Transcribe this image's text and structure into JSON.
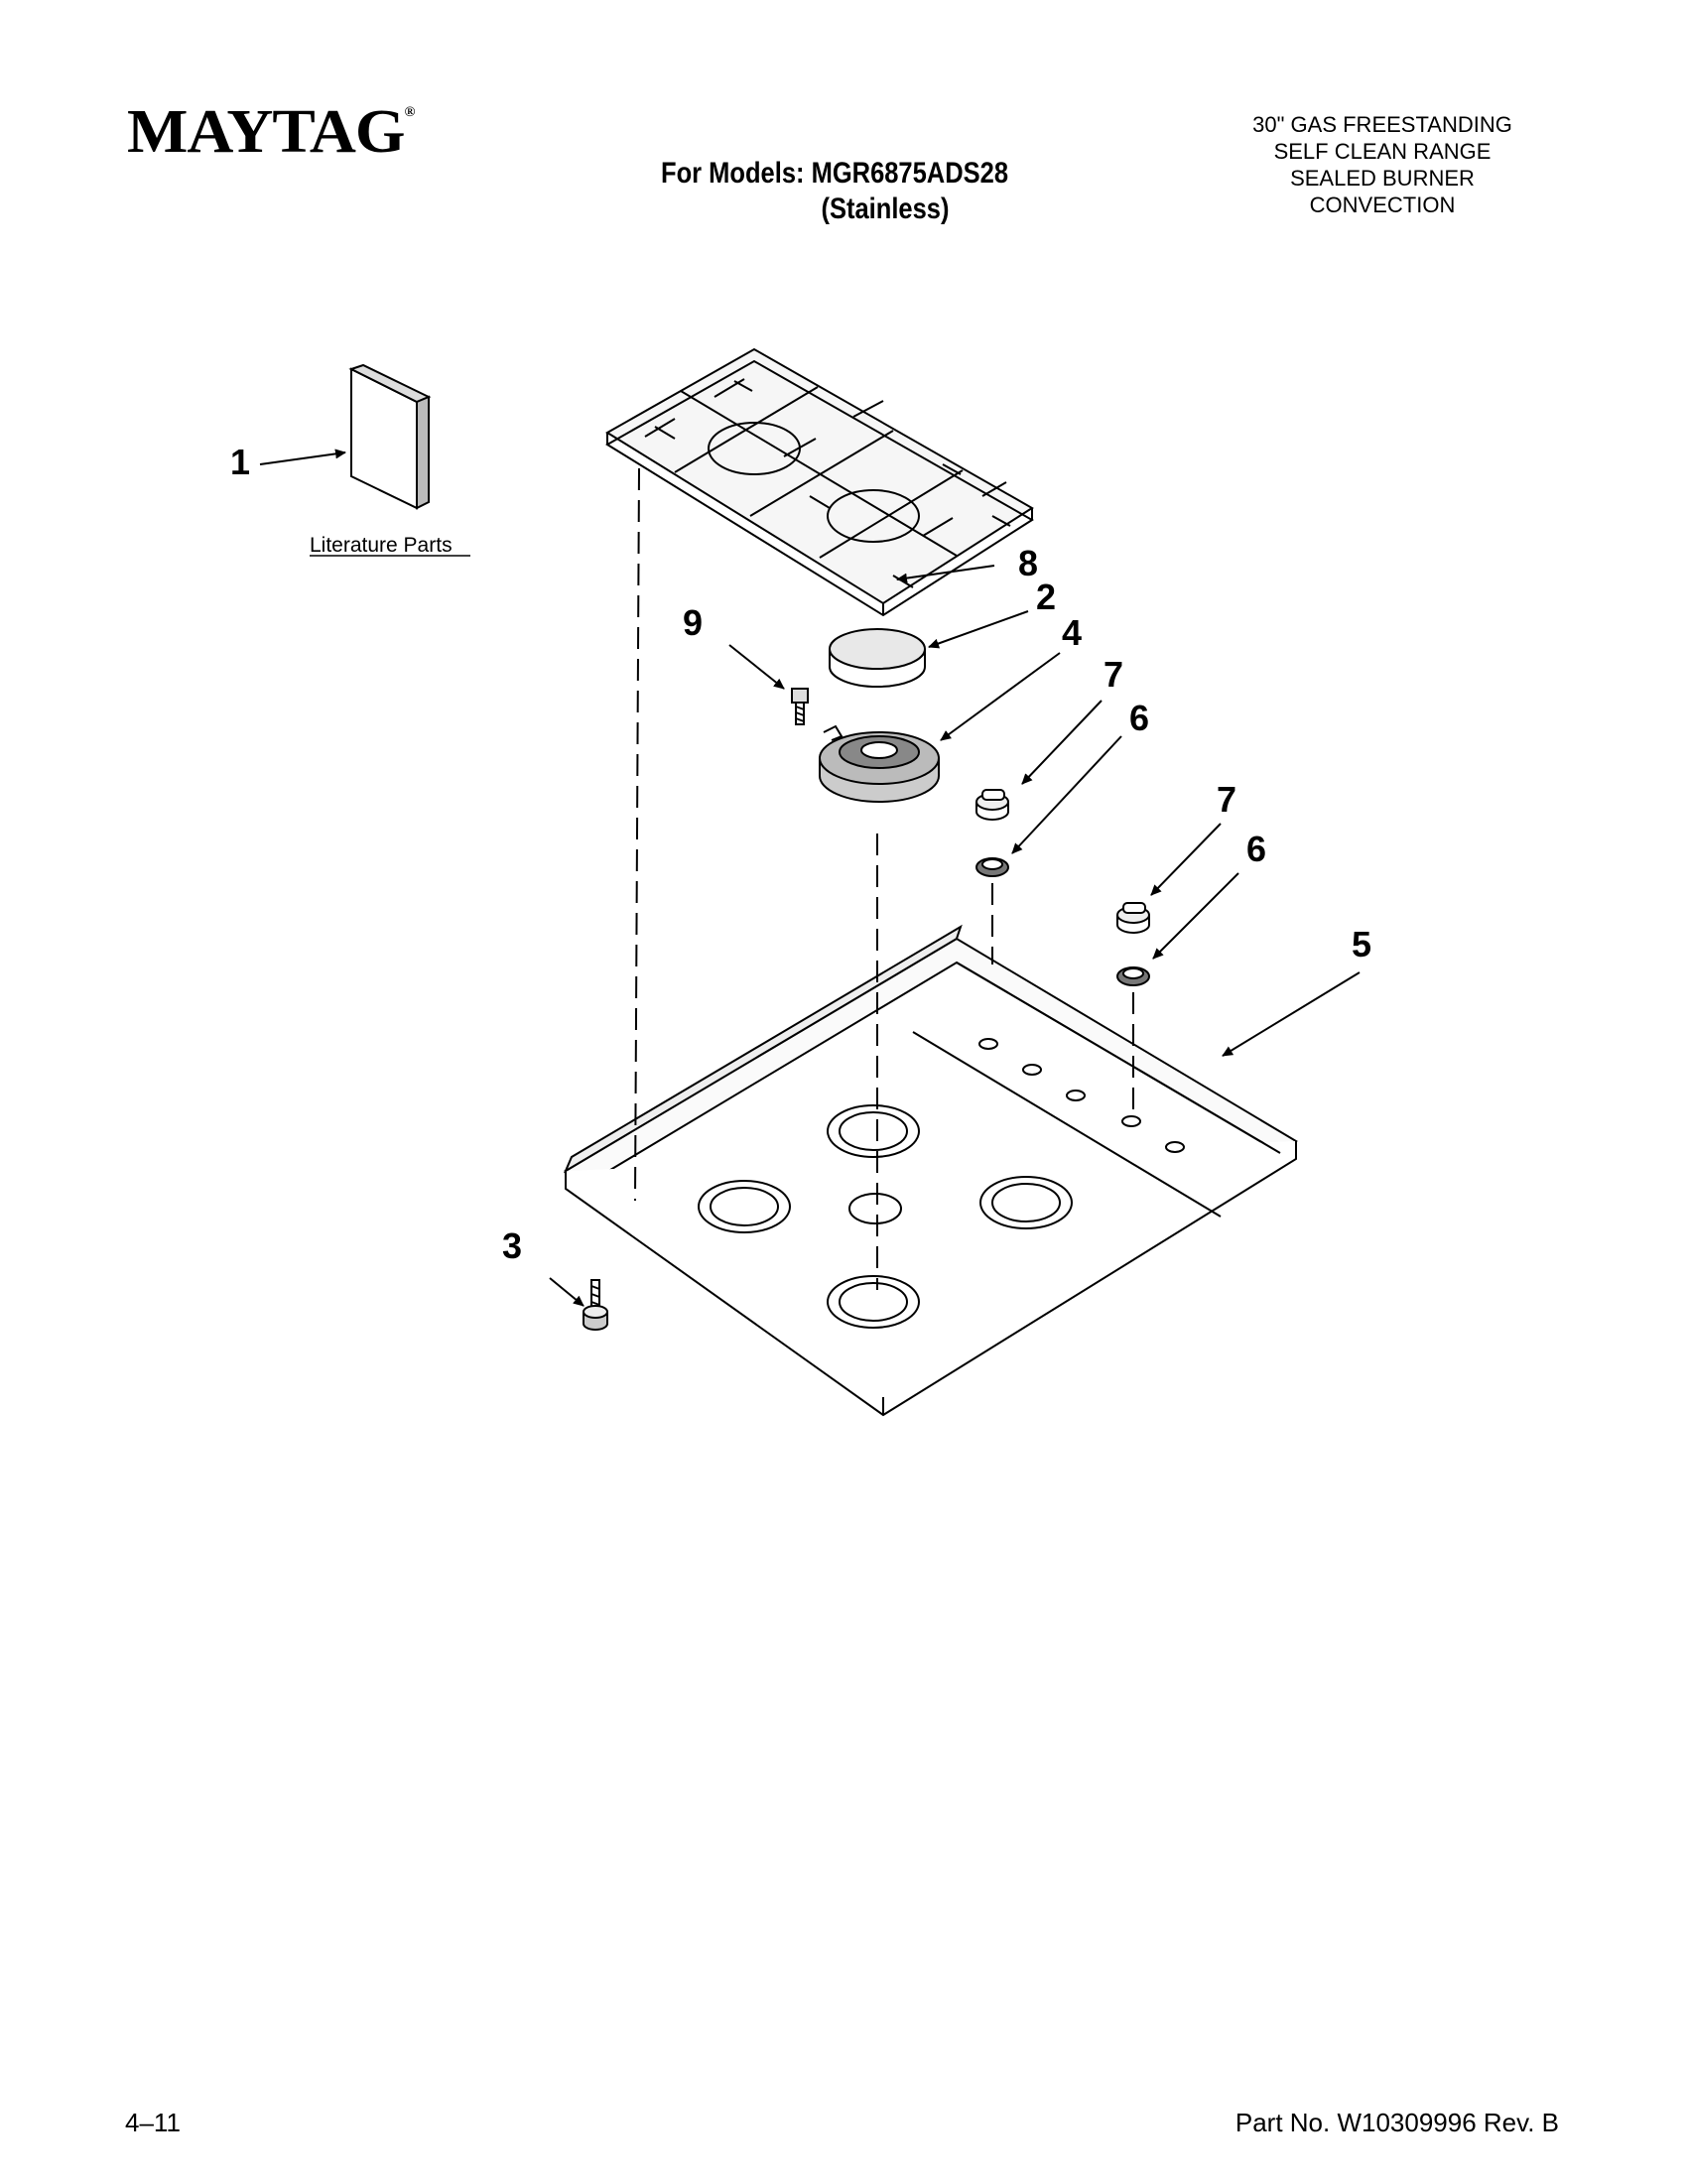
{
  "header": {
    "brand": "MAYTAG",
    "brand_mark": "®",
    "models_line1": "For Models: MGR6875ADS28",
    "models_line2": "(Stainless)",
    "description": [
      "30\" GAS FREESTANDING",
      "SELF CLEAN RANGE",
      "SEALED BURNER",
      "CONVECTION"
    ]
  },
  "diagram": {
    "literature_label": "Literature Parts",
    "callouts": {
      "c1": "1",
      "c2": "2",
      "c3": "3",
      "c4": "4",
      "c5": "5",
      "c6a": "6",
      "c6b": "6",
      "c7a": "7",
      "c7b": "7",
      "c8": "8",
      "c9": "9"
    }
  },
  "footer": {
    "page": "4–11",
    "part_no": "Part No. W10309996 Rev. B"
  }
}
